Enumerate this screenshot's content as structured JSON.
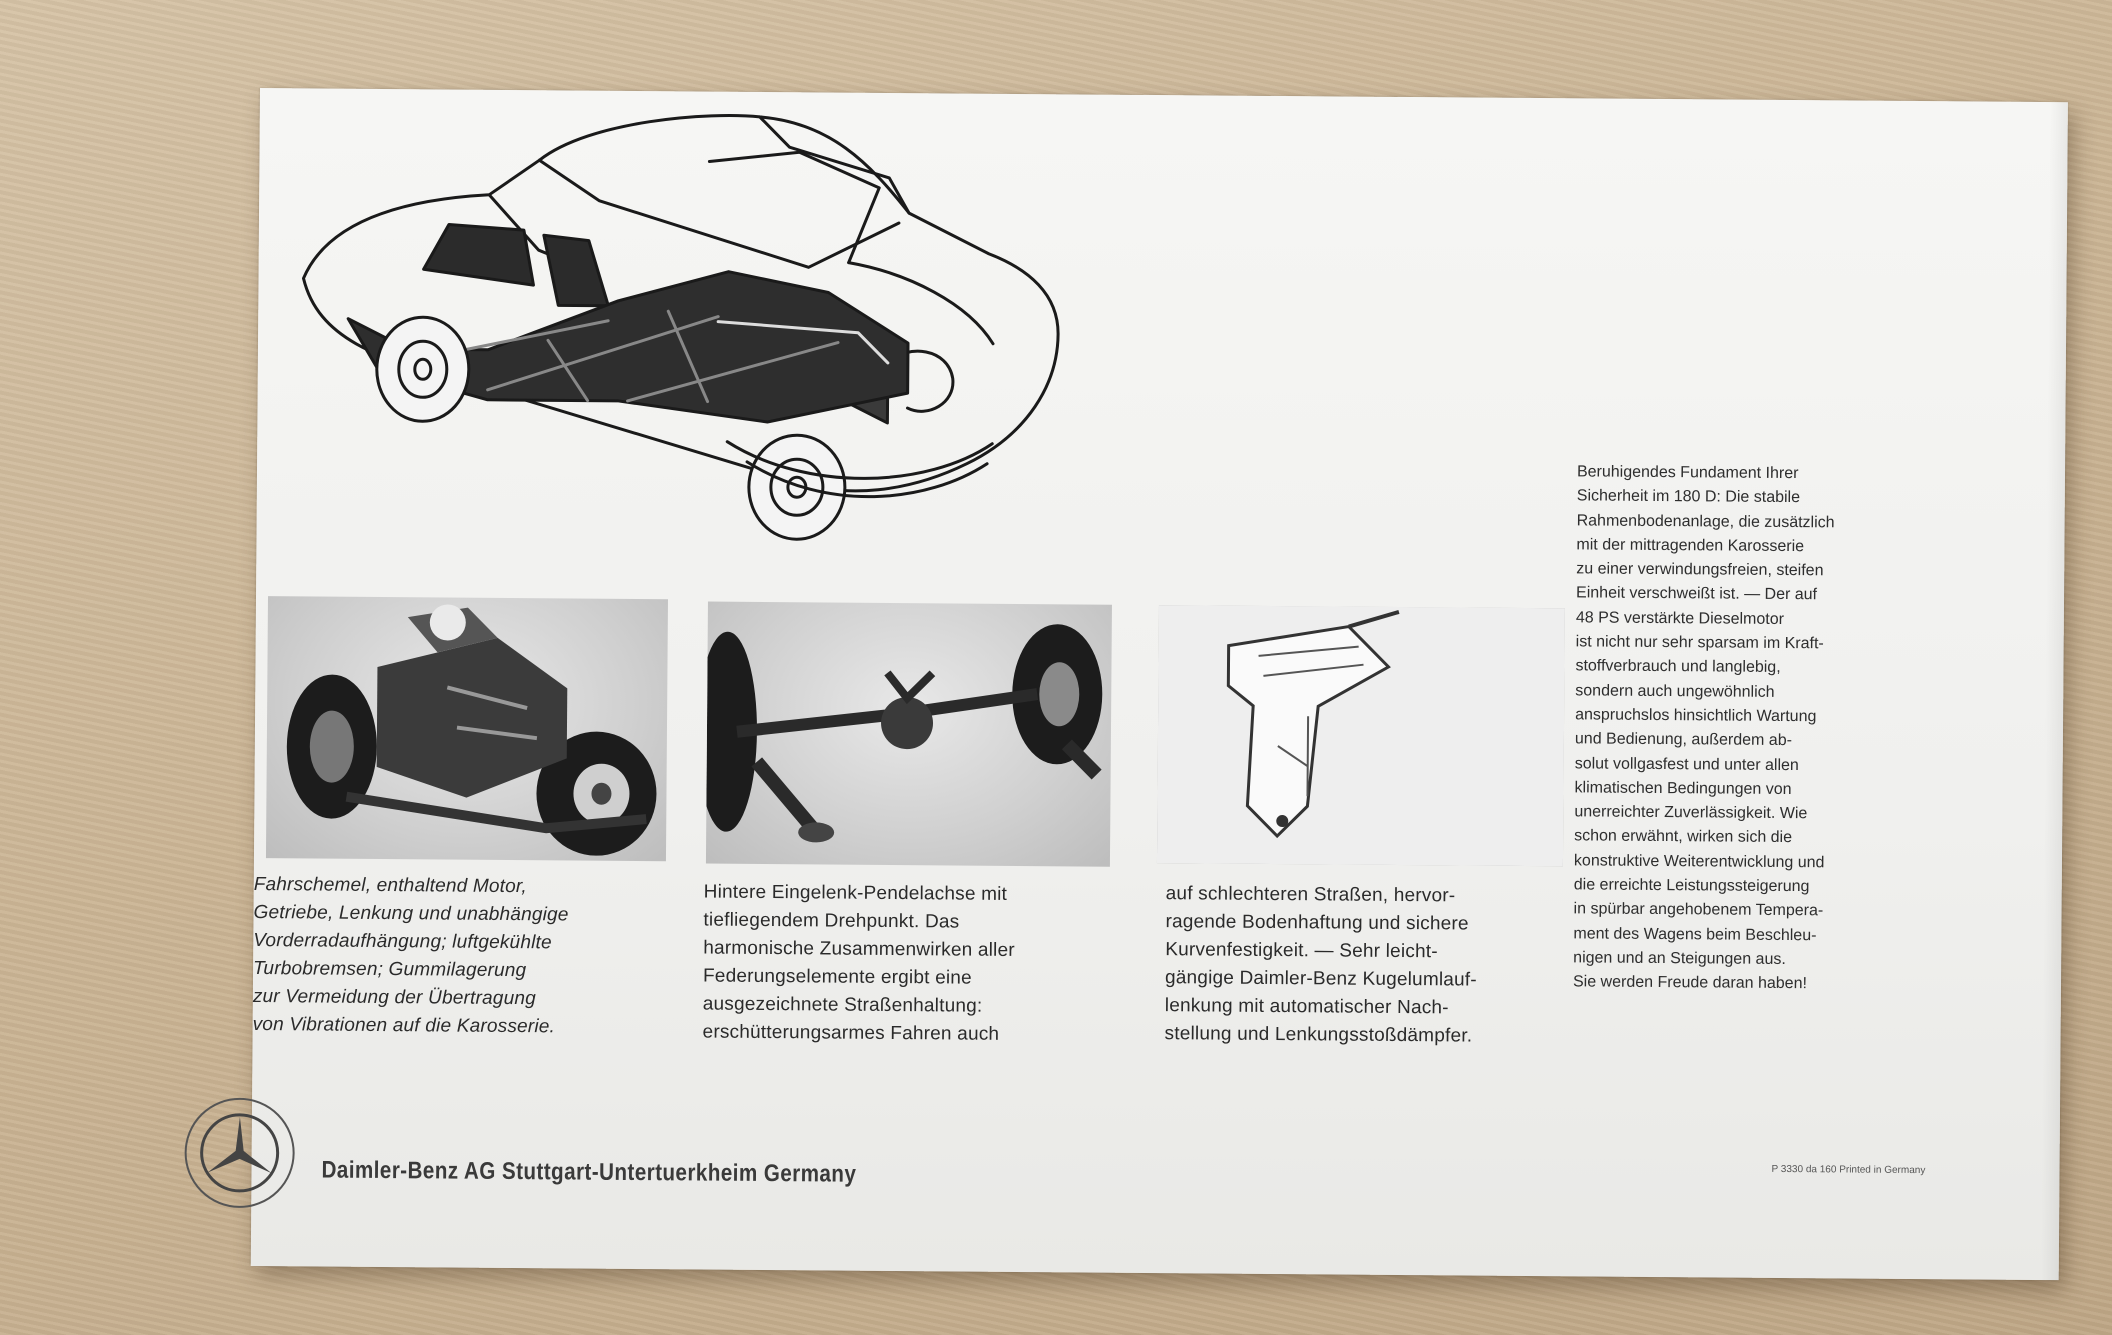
{
  "captions": {
    "fahrschemel": "Fahrschemel, enthaltend Motor,\nGetriebe, Lenkung und unabhängige\nVorderradaufhängung; luftgekühlte\nTurbobremsen; Gummilagerung\nzur Vermeidung der Übertragung\nvon Vibrationen auf die Karosserie.",
    "hinterachse": "Hintere Eingelenk-Pendelachse mit\ntiefliegendem Drehpunkt. Das\nharmonische Zusammenwirken aller\nFederungselemente ergibt eine\nausgezeichnete Straßenhaltung:\nerschütterungsarmes Fahren auch",
    "lenkung": "auf schlechteren Straßen, hervor-\nragende Bodenhaftung und sichere\nKurvenfestigkeit. — Sehr leicht-\ngängige Daimler-Benz Kugelumlauf-\nlenkung mit automatischer Nach-\nstellung und Lenkungsstoßdämpfer."
  },
  "side_text": "Beruhigendes Fundament Ihrer\nSicherheit im 180 D: Die stabile\nRahmenbodenanlage, die zusätzlich\nmit der mittragenden Karosserie\nzu einer verwindungsfreien, steifen\nEinheit verschweißt ist. — Der auf\n48 PS verstärkte Dieselmotor\nist nicht nur sehr sparsam im Kraft-\nstoffverbrauch und langlebig,\nsondern auch ungewöhnlich\nanspruchslos hinsichtlich Wartung\nund Bedienung, außerdem ab-\nsolut vollgasfest und unter allen\nklimatischen Bedingungen von\nunerreichter Zuverlässigkeit. Wie\nschon erwähnt, wirken sich die\nkonstruktive Weiterentwicklung und\ndie erreichte Leistungssteigerung\nin spürbar angehobenem Tempera-\nment des Wagens beim Beschleu-\nnigen und an Steigungen aus.\nSie werden Freude daran haben!",
  "footer": {
    "company": "Daimler-Benz AG   Stuttgart-Untertuerkheim   Germany",
    "print_note": "P 3330 da 160   Printed in Germany"
  },
  "icons": {
    "logo": "mercedes-star-seal-icon"
  },
  "colors": {
    "paper": "#f3f3f1",
    "table": "#cbb595",
    "ink": "#2a2a2a"
  }
}
